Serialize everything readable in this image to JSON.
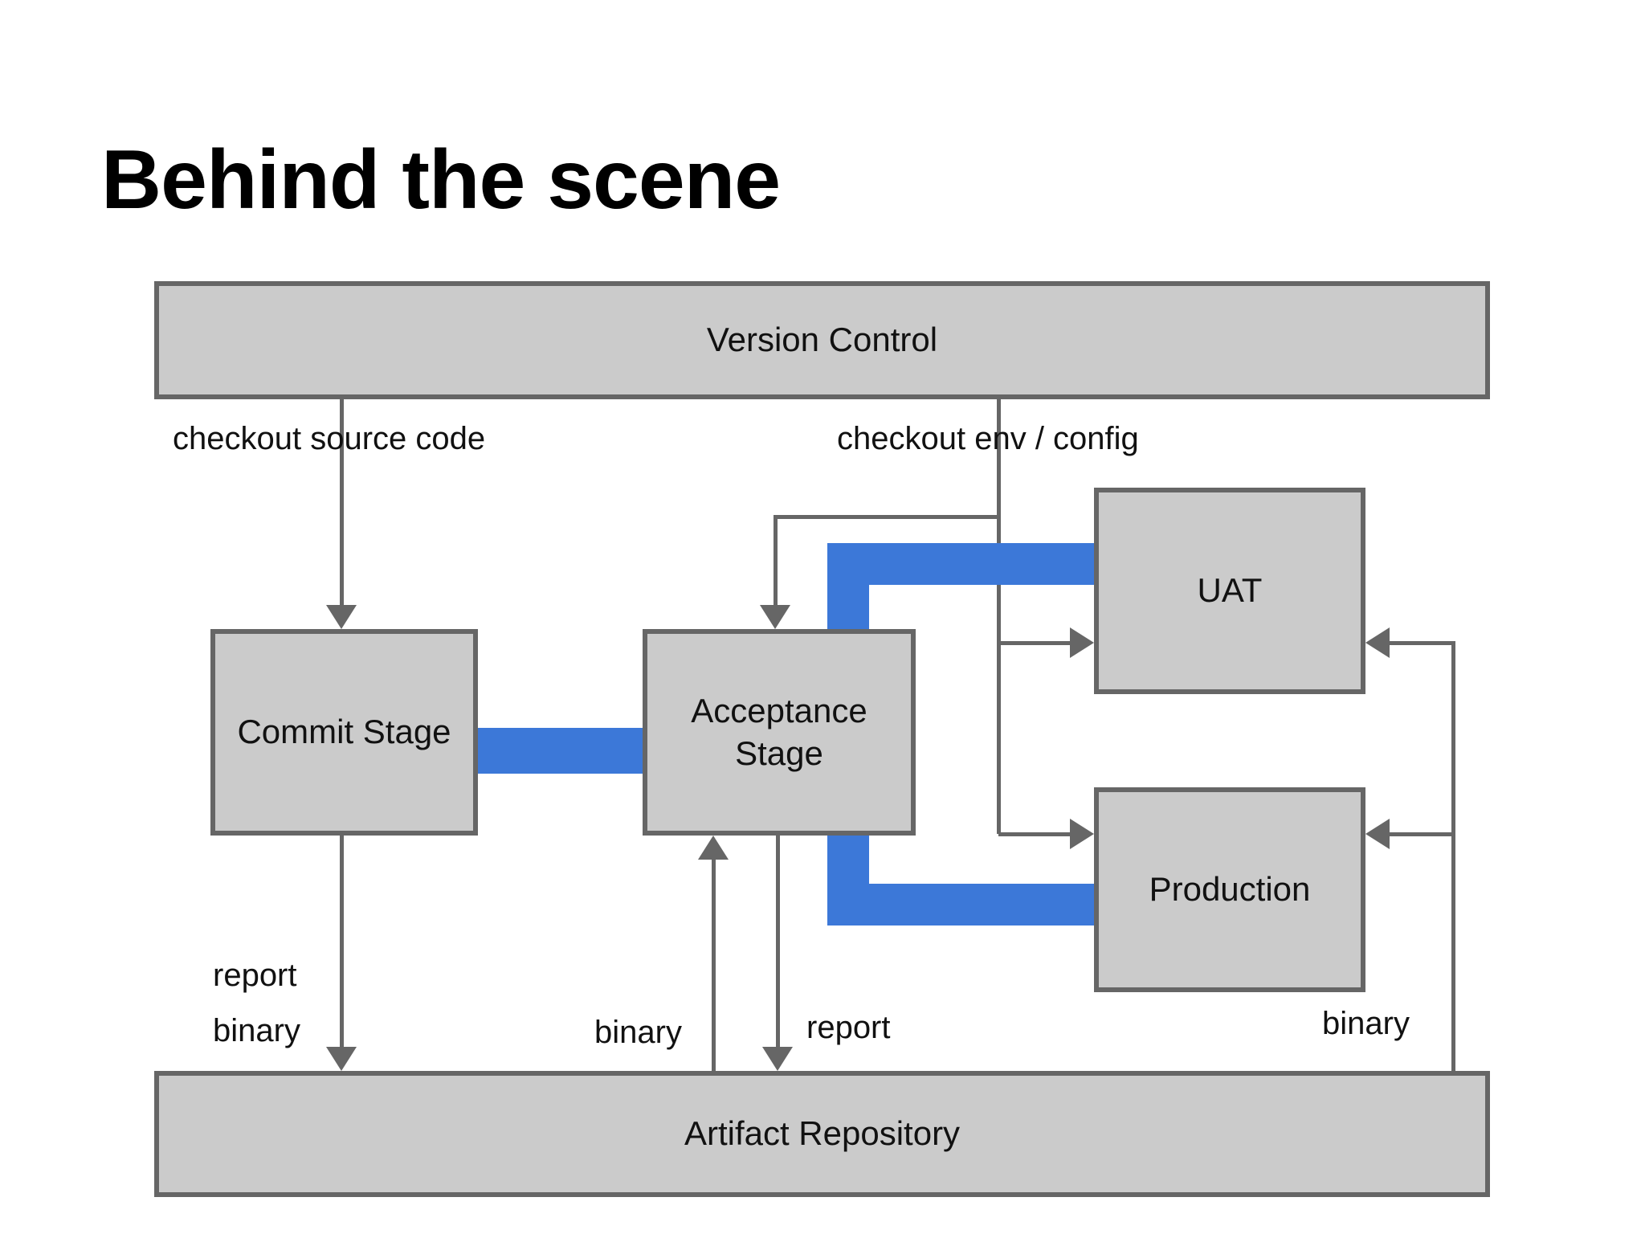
{
  "title": "Behind the scene",
  "diagram": {
    "nodes": {
      "version_control": {
        "label": "Version Control"
      },
      "commit_stage": {
        "label": "Commit Stage"
      },
      "acceptance_stage": {
        "label": "Acceptance Stage"
      },
      "uat": {
        "label": "UAT"
      },
      "production": {
        "label": "Production"
      },
      "artifact_repository": {
        "label": "Artifact Repository"
      }
    },
    "edge_labels": {
      "checkout_source_code": "checkout source code",
      "checkout_env_config": "checkout env / config",
      "report_left": "report",
      "binary_left": "binary",
      "binary_middle": "binary",
      "report_middle": "report",
      "binary_right": "binary"
    },
    "colors": {
      "node_fill": "#cbcbcb",
      "node_border": "#666666",
      "line": "#666666",
      "pipeline_blue": "#3c78d8"
    }
  }
}
